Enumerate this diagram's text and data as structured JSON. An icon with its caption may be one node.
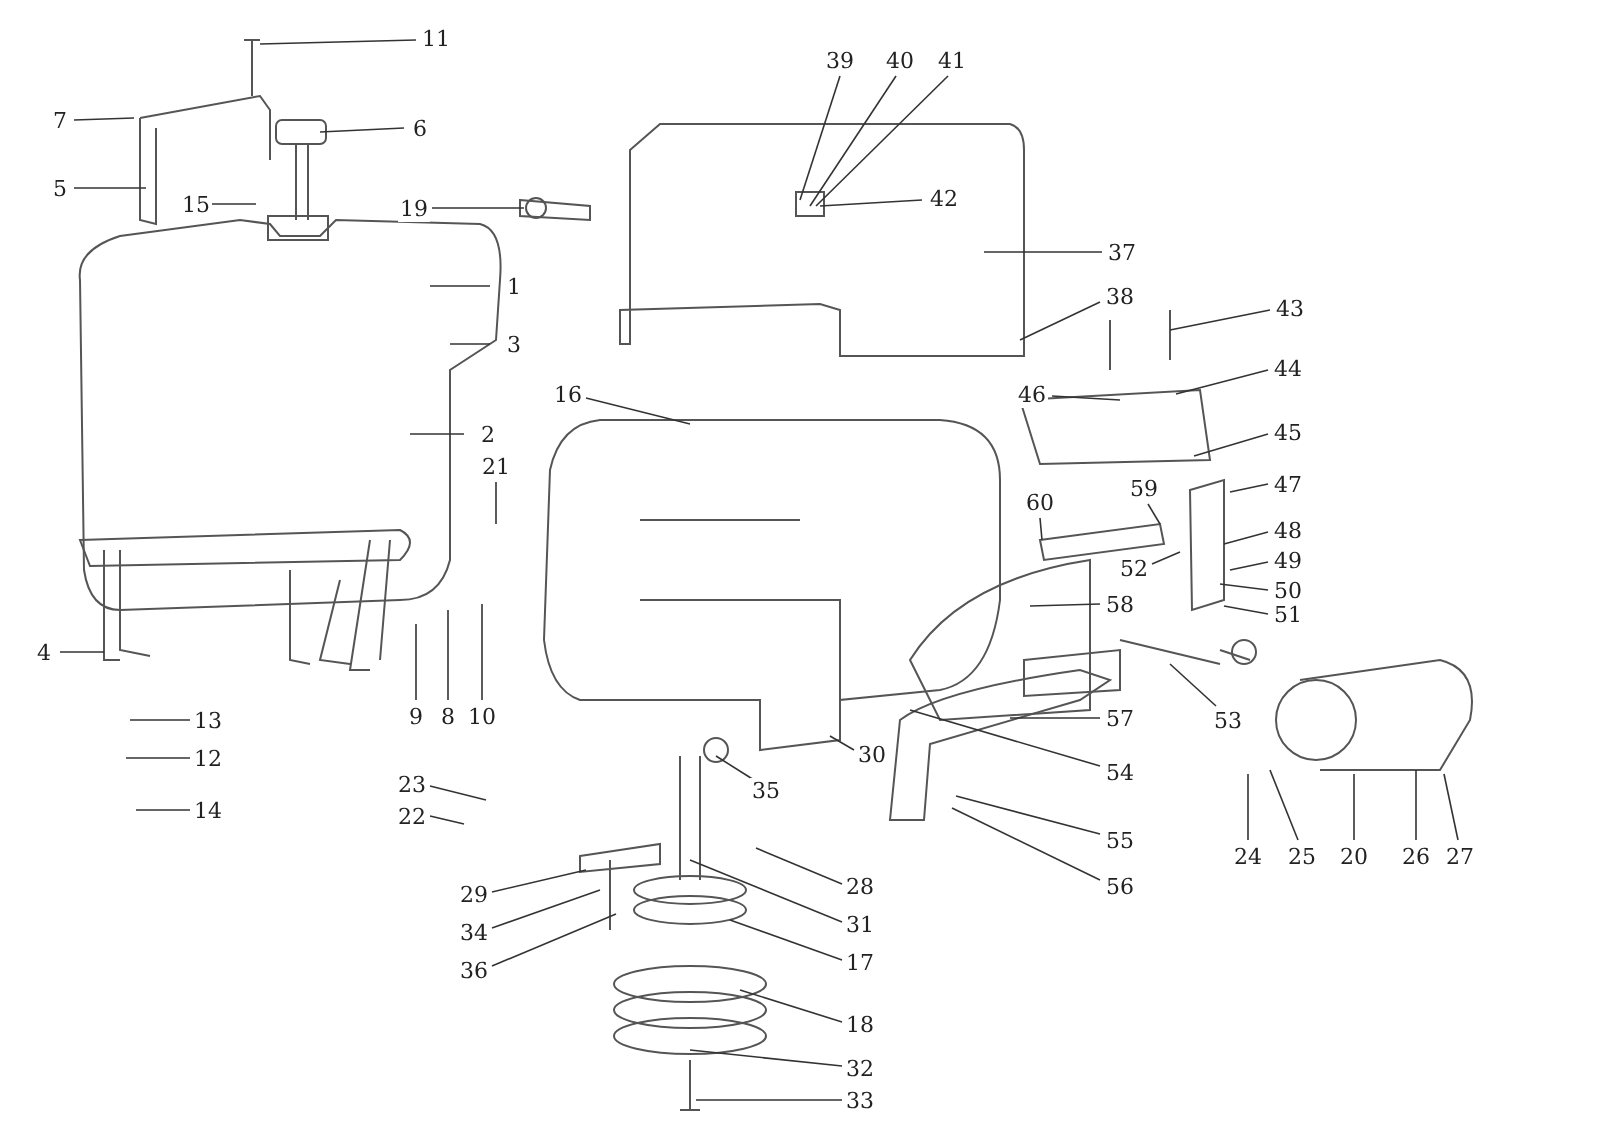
{
  "diagram": {
    "nodes": [
      {
        "text": [
          "1"
        ]
      },
      {
        "text": [
          "2"
        ]
      },
      {
        "text": [
          "3"
        ]
      },
      {
        "text": [
          "4"
        ]
      },
      {
        "text": [
          "5"
        ]
      },
      {
        "text": [
          "6"
        ]
      },
      {
        "text": [
          "7"
        ]
      },
      {
        "text": [
          "8"
        ]
      },
      {
        "text": [
          "9"
        ]
      },
      {
        "text": [
          "10"
        ]
      },
      {
        "text": [
          "11"
        ]
      },
      {
        "text": [
          "12"
        ]
      },
      {
        "text": [
          "13"
        ]
      },
      {
        "text": [
          "14"
        ]
      },
      {
        "text": [
          "15"
        ]
      },
      {
        "text": [
          "16"
        ]
      },
      {
        "text": [
          "17"
        ]
      },
      {
        "text": [
          "18"
        ]
      },
      {
        "text": [
          "19"
        ]
      },
      {
        "text": [
          "20"
        ]
      },
      {
        "text": [
          "21"
        ]
      },
      {
        "text": [
          "22"
        ]
      },
      {
        "text": [
          "23"
        ]
      },
      {
        "text": [
          "24"
        ]
      },
      {
        "text": [
          "25"
        ]
      },
      {
        "text": [
          "26"
        ]
      },
      {
        "text": [
          "27"
        ]
      },
      {
        "text": [
          "28"
        ]
      },
      {
        "text": [
          "29"
        ]
      },
      {
        "text": [
          "30"
        ]
      },
      {
        "text": [
          "31"
        ]
      },
      {
        "text": [
          "32"
        ]
      },
      {
        "text": [
          "33"
        ]
      },
      {
        "text": [
          "34"
        ]
      },
      {
        "text": [
          "35"
        ]
      },
      {
        "text": [
          "36"
        ]
      },
      {
        "text": [
          "37"
        ]
      },
      {
        "text": [
          "38"
        ]
      },
      {
        "text": [
          "39"
        ]
      },
      {
        "text": [
          "40"
        ]
      },
      {
        "text": [
          "41"
        ]
      },
      {
        "text": [
          "42"
        ]
      },
      {
        "text": [
          "43"
        ]
      },
      {
        "text": [
          "44"
        ]
      },
      {
        "text": [
          "45"
        ]
      },
      {
        "text": [
          "46"
        ]
      },
      {
        "text": [
          "47"
        ]
      },
      {
        "text": [
          "48"
        ]
      },
      {
        "text": [
          "49"
        ]
      },
      {
        "text": [
          "50"
        ]
      },
      {
        "text": [
          "51"
        ]
      },
      {
        "text": [
          "52"
        ]
      },
      {
        "text": [
          "53"
        ]
      },
      {
        "text": [
          "54"
        ]
      },
      {
        "text": [
          "55"
        ]
      },
      {
        "text": [
          "56"
        ]
      },
      {
        "text": [
          "57"
        ]
      },
      {
        "text": [
          "58"
        ]
      },
      {
        "text": [
          "59"
        ]
      },
      {
        "text": [
          "60"
        ]
      }
    ],
    "edges": [
      {
        "from": 0,
        "to": null,
        "arrow": "none"
      },
      {
        "from": 1,
        "to": null,
        "arrow": "none"
      },
      {
        "from": 2,
        "to": null,
        "arrow": "none"
      },
      {
        "from": 3,
        "to": null,
        "arrow": "none"
      },
      {
        "from": 4,
        "to": null,
        "arrow": "none"
      },
      {
        "from": 5,
        "to": null,
        "arrow": "none"
      },
      {
        "from": 6,
        "to": null,
        "arrow": "none"
      },
      {
        "from": 7,
        "to": null,
        "arrow": "none"
      },
      {
        "from": 8,
        "to": null,
        "arrow": "none"
      },
      {
        "from": 9,
        "to": null,
        "arrow": "none"
      },
      {
        "from": 10,
        "to": null,
        "arrow": "none"
      },
      {
        "from": 11,
        "to": null,
        "arrow": "none"
      },
      {
        "from": 12,
        "to": null,
        "arrow": "none"
      },
      {
        "from": 13,
        "to": null,
        "arrow": "none"
      },
      {
        "from": 14,
        "to": null,
        "arrow": "none"
      },
      {
        "from": 15,
        "to": null,
        "arrow": "none"
      },
      {
        "from": 16,
        "to": null,
        "arrow": "none"
      },
      {
        "from": 17,
        "to": null,
        "arrow": "none"
      },
      {
        "from": 18,
        "to": null,
        "arrow": "none"
      },
      {
        "from": 19,
        "to": null,
        "arrow": "none"
      },
      {
        "from": 20,
        "to": null,
        "arrow": "none"
      },
      {
        "from": 21,
        "to": null,
        "arrow": "none"
      },
      {
        "from": 22,
        "to": null,
        "arrow": "none"
      },
      {
        "from": 23,
        "to": null,
        "arrow": "none"
      },
      {
        "from": 24,
        "to": null,
        "arrow": "none"
      },
      {
        "from": 25,
        "to": null,
        "arrow": "none"
      },
      {
        "from": 26,
        "to": null,
        "arrow": "none"
      },
      {
        "from": 27,
        "to": null,
        "arrow": "none"
      },
      {
        "from": 28,
        "to": null,
        "arrow": "none"
      },
      {
        "from": 29,
        "to": null,
        "arrow": "none"
      },
      {
        "from": 30,
        "to": null,
        "arrow": "none"
      },
      {
        "from": 31,
        "to": null,
        "arrow": "none"
      },
      {
        "from": 32,
        "to": null,
        "arrow": "none"
      },
      {
        "from": 33,
        "to": null,
        "arrow": "none"
      },
      {
        "from": 34,
        "to": null,
        "arrow": "none"
      },
      {
        "from": 35,
        "to": null,
        "arrow": "none"
      },
      {
        "from": 36,
        "to": null,
        "arrow": "none"
      },
      {
        "from": 37,
        "to": null,
        "arrow": "none"
      },
      {
        "from": 38,
        "to": null,
        "arrow": "none"
      },
      {
        "from": 39,
        "to": null,
        "arrow": "none"
      },
      {
        "from": 40,
        "to": null,
        "arrow": "none"
      },
      {
        "from": 41,
        "to": null,
        "arrow": "none"
      },
      {
        "from": 42,
        "to": null,
        "arrow": "none"
      },
      {
        "from": 43,
        "to": null,
        "arrow": "none"
      },
      {
        "from": 44,
        "to": null,
        "arrow": "none"
      },
      {
        "from": 45,
        "to": null,
        "arrow": "none"
      },
      {
        "from": 46,
        "to": null,
        "arrow": "none"
      },
      {
        "from": 47,
        "to": null,
        "arrow": "none"
      },
      {
        "from": 48,
        "to": null,
        "arrow": "none"
      },
      {
        "from": 49,
        "to": null,
        "arrow": "none"
      },
      {
        "from": 50,
        "to": null,
        "arrow": "none"
      },
      {
        "from": 51,
        "to": null,
        "arrow": "none"
      },
      {
        "from": 52,
        "to": null,
        "arrow": "none"
      },
      {
        "from": 53,
        "to": null,
        "arrow": "none"
      },
      {
        "from": 54,
        "to": null,
        "arrow": "none"
      },
      {
        "from": 55,
        "to": null,
        "arrow": "none"
      },
      {
        "from": 56,
        "to": null,
        "arrow": "none"
      },
      {
        "from": 57,
        "to": null,
        "arrow": "none"
      },
      {
        "from": 58,
        "to": null,
        "arrow": "none"
      },
      {
        "from": 59,
        "to": null,
        "arrow": "none"
      }
    ]
  }
}
